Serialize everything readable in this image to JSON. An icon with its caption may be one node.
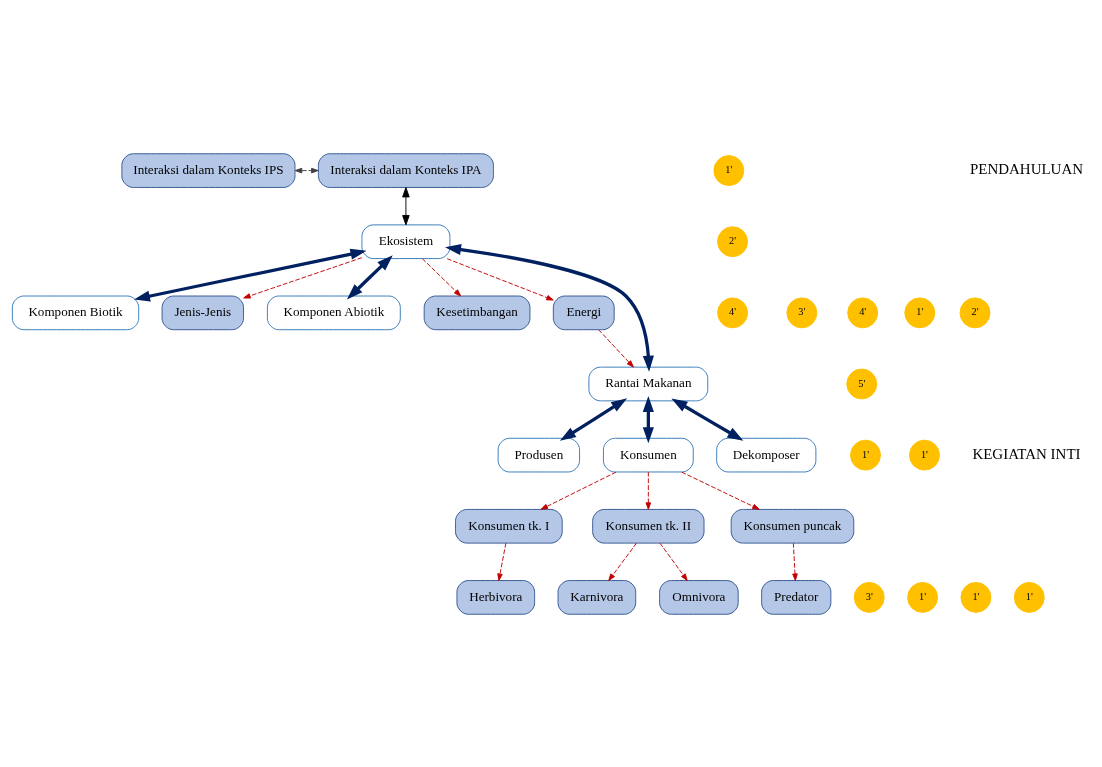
{
  "diagram": {
    "nodes": [
      {
        "text": [
          "Interaksi dalam Konteks IPS"
        ]
      },
      {
        "text": [
          "Interaksi dalam Konteks IPA"
        ]
      },
      {
        "text": [
          "Komponen Biotik"
        ]
      },
      {
        "text": [
          "Ekosistem"
        ]
      },
      {
        "text": [
          "Jenis-Jenis"
        ]
      },
      {
        "text": [
          "Komponen Abiotik"
        ]
      },
      {
        "text": [
          "Kesetimbangan"
        ]
      },
      {
        "text": [
          "Energi"
        ]
      },
      {
        "text": [
          "Rantai Makanan"
        ]
      },
      {
        "text": [
          "Produsen"
        ]
      },
      {
        "text": [
          "Konsumen"
        ]
      },
      {
        "text": [
          "Dekomposer"
        ]
      },
      {
        "text": [
          "Konsumen tk. I"
        ]
      },
      {
        "text": [
          "Konsumen tk. II"
        ]
      },
      {
        "text": [
          "Konsumen puncak"
        ]
      },
      {
        "text": [
          "Herbivora"
        ]
      },
      {
        "text": [
          "Karnivora"
        ]
      },
      {
        "text": [
          "Omnivora"
        ]
      },
      {
        "text": [
          "Predator"
        ]
      },
      {
        "text": [
          "1'"
        ]
      },
      {
        "text": [
          "4'"
        ]
      },
      {
        "text": [
          "2'"
        ]
      },
      {
        "text": [
          "3'"
        ]
      },
      {
        "text": [
          "4'"
        ]
      },
      {
        "text": [
          "1'"
        ]
      },
      {
        "text": [
          "5'"
        ]
      },
      {
        "text": [
          "2'"
        ]
      },
      {
        "text": [
          "1'"
        ]
      },
      {
        "text": [
          "1'"
        ]
      },
      {
        "text": [
          "3'"
        ]
      },
      {
        "text": [
          "1'"
        ]
      },
      {
        "text": [
          "1'"
        ]
      },
      {
        "text": [
          "1'"
        ]
      }
    ],
    "edges": [
      {
        "from": 0,
        "to": 1,
        "arrow": "both",
        "style": "dashed",
        "color": "#404040"
      },
      {
        "from": 1,
        "to": 3,
        "arrow": "both",
        "color": "#000000"
      },
      {
        "from": 3,
        "to": 2,
        "arrow": "both",
        "style": "thick",
        "color": "#002060"
      },
      {
        "from": 3,
        "to": 5,
        "arrow": "both",
        "style": "thick",
        "color": "#002060"
      },
      {
        "from": 3,
        "to": 4,
        "arrow": "to",
        "style": "dashed"
      },
      {
        "from": 3,
        "to": 6,
        "arrow": "to",
        "style": "dashed"
      },
      {
        "from": 3,
        "to": 7,
        "arrow": "to",
        "style": "dashed"
      },
      {
        "from": 3,
        "to": 8,
        "arrow": "both",
        "style": "thick",
        "color": "#002060"
      },
      {
        "from": 7,
        "to": 8,
        "arrow": "to",
        "style": "dashed"
      },
      {
        "from": 8,
        "to": 9,
        "arrow": "both",
        "style": "thick",
        "color": "#002060"
      },
      {
        "from": 8,
        "to": 10,
        "arrow": "both",
        "style": "thick",
        "color": "#002060"
      },
      {
        "from": 8,
        "to": 11,
        "arrow": "both",
        "style": "thick",
        "color": "#002060"
      },
      {
        "from": 10,
        "to": 12,
        "arrow": "to",
        "style": "dashed"
      },
      {
        "from": 10,
        "to": 13,
        "arrow": "to",
        "style": "dashed"
      },
      {
        "from": 10,
        "to": 14,
        "arrow": "to",
        "style": "dashed"
      },
      {
        "from": 12,
        "to": 15,
        "arrow": "to",
        "style": "dashed"
      },
      {
        "from": 13,
        "to": 16,
        "arrow": "to",
        "style": "dashed"
      },
      {
        "from": 13,
        "to": 17,
        "arrow": "to",
        "style": "dashed"
      },
      {
        "from": 14,
        "to": 18,
        "arrow": "to",
        "style": "dashed"
      }
    ],
    "labels": [
      "PENDAHULUAN",
      "KEGIATAN INTI"
    ]
  }
}
